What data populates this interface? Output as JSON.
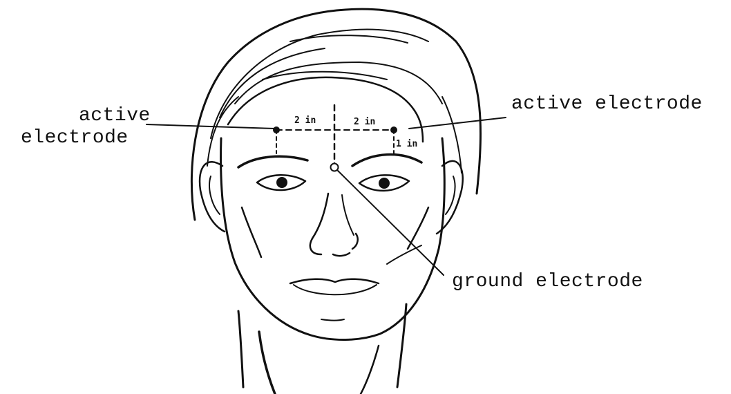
{
  "labels": {
    "left_active_line1": "active",
    "left_active_line2": "electrode",
    "right_active": "active electrode",
    "ground": "ground electrode"
  },
  "dimensions": {
    "left_spacing": "2 in",
    "right_spacing": "2 in",
    "vertical_spacing": "1 in"
  }
}
